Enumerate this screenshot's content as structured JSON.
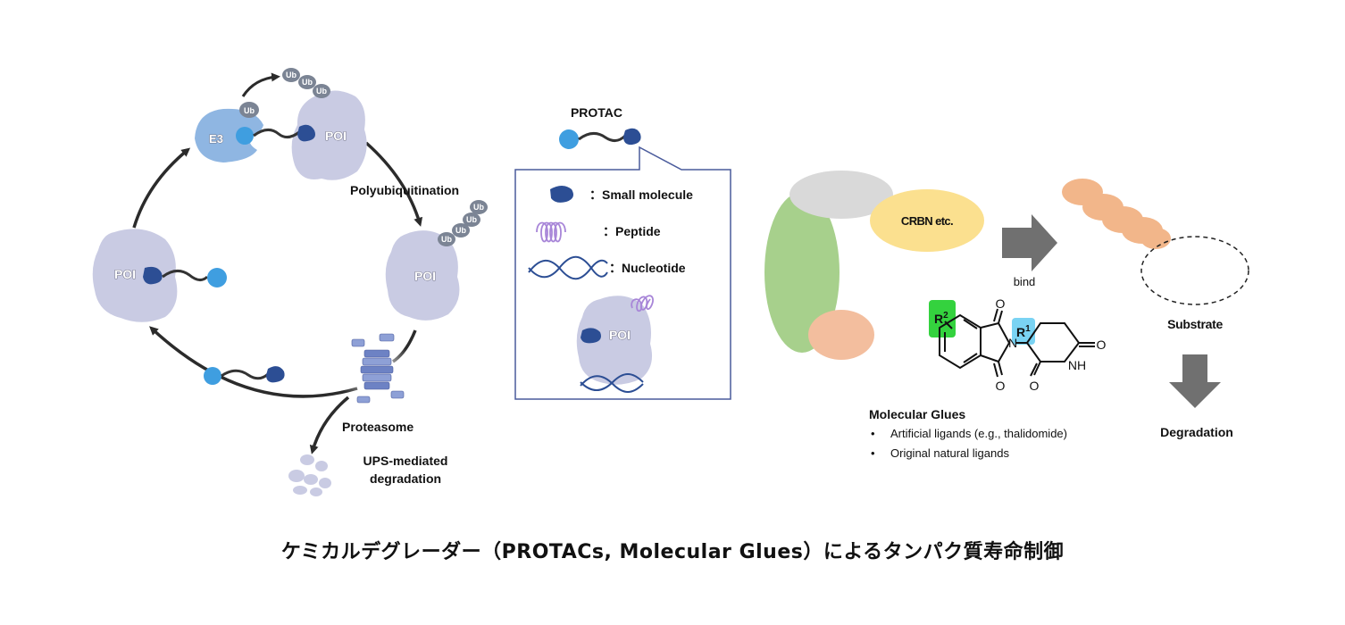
{
  "colors": {
    "poi": "#c9cbe3",
    "e3": "#8fb6e2",
    "ub": "#7b8494",
    "ligand_light": "#3f9ee0",
    "ligand_dark": "#2c4e94",
    "linker": "#333333",
    "arrow": "#2b2b2b",
    "callout_border": "#4a5b9c",
    "peptide": "#a886d8",
    "nucleotide": "#2c4e94",
    "crbn_gray": "#d9d9d9",
    "crbn_yellow": "#fbe08f",
    "green_subunit": "#a7d08c",
    "salmon": "#f3be9e",
    "substrate_orange": "#f2b68a",
    "big_arrow": "#707070",
    "r2_highlight": "#34d23e",
    "r1_highlight": "#7ad3f3"
  },
  "icons": [
    "protein-blob-icon",
    "ubiquitin-icon",
    "ligand-icon",
    "peptide-helix-icon",
    "nucleotide-helix-icon",
    "proteasome-icon",
    "degradation-fragments-icon"
  ],
  "cycle": {
    "e3_label": "E3",
    "ub_label": "Ub",
    "poi_label": "POI",
    "polyubiquitination_label": "Polyubiquitination",
    "proteasome_label": "Proteasome",
    "ups_line1": "UPS-mediated",
    "ups_line2": "degradation"
  },
  "protac": {
    "title": "PROTAC",
    "legend": [
      {
        "label": "：Small molecule"
      },
      {
        "label": "：Peptide"
      },
      {
        "label": "：Nucleotide"
      }
    ],
    "poi_label": "POI"
  },
  "glue": {
    "crbn_label": "CRBN etc.",
    "bind_label": "bind",
    "substrate_label": "Substrate",
    "degradation_label": "Degradation",
    "chem": {
      "r2": "R",
      "r2_sup": "2",
      "r1": "R",
      "r1_sup": "1",
      "o": "O",
      "n": "N",
      "nh": "NH"
    },
    "title": "Molecular Glues",
    "bullets": [
      "Artificial ligands (e.g., thalidomide)",
      "Original natural ligands"
    ]
  },
  "caption": "ケミカルデグレーダー（PROTACs, Molecular Glues）によるタンパク質寿命制御"
}
